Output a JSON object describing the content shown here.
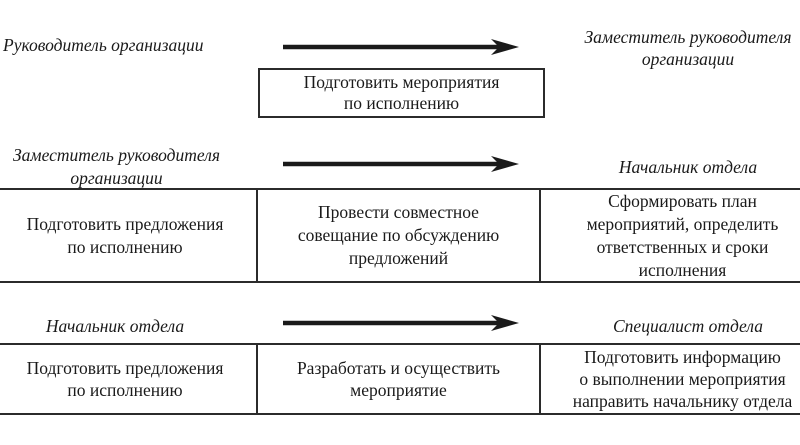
{
  "diagram": {
    "rows": [
      {
        "left_role": "Руководитель организации",
        "right_role": "Заместитель руководителя\nорганизации",
        "box": "Подготовить мероприятия\nпо исполнению"
      },
      {
        "left_role": "Заместитель руководителя\nорганизации",
        "right_role": "Начальник отдела",
        "cells": [
          "Подготовить предложения\nпо исполнению",
          "Провести совместное\nсовещание по обсуждению\nпредложений",
          "Сформировать план\nмероприятий, определить\nответственных и сроки\nисполнения"
        ]
      },
      {
        "left_role": "Начальник отдела",
        "right_role": "Специалист отдела",
        "cells": [
          "Подготовить предложения\nпо исполнению",
          "Разработать и осуществить\nмероприятие",
          "Подготовить информацию\nо выполнении мероприятия\nнаправить начальнику отдела"
        ]
      }
    ],
    "icons": {
      "flow_arrow": "➤ right-pointing stealth arrow"
    },
    "colors": {
      "background": "#ffffff",
      "text": "#1a1a1a",
      "line": "#2b2b2b"
    }
  }
}
